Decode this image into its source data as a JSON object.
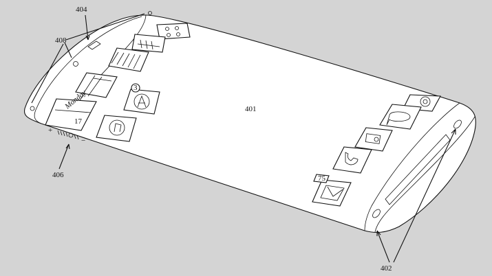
{
  "figure": {
    "background_color": "#d4d4d4",
    "device_color": "#ffffff",
    "line_color": "#111111"
  },
  "labels": {
    "ref_404": "404",
    "ref_408": "408",
    "ref_401": "401",
    "ref_406": "406",
    "ref_402": "402"
  },
  "icons": {
    "calendar_day_name": "Monday",
    "calendar_date": "17",
    "app_store_badge": "3",
    "message_badge": "75",
    "volume_plus": "+",
    "volume_minus": "−"
  },
  "icon_names": [
    "calculator-icon",
    "video-icon",
    "notes-icon",
    "ruler-icon",
    "calendar-icon",
    "app-store-icon",
    "music-icon",
    "settings-icon",
    "chat-icon",
    "camera-icon",
    "phone-icon",
    "mail-icon"
  ]
}
